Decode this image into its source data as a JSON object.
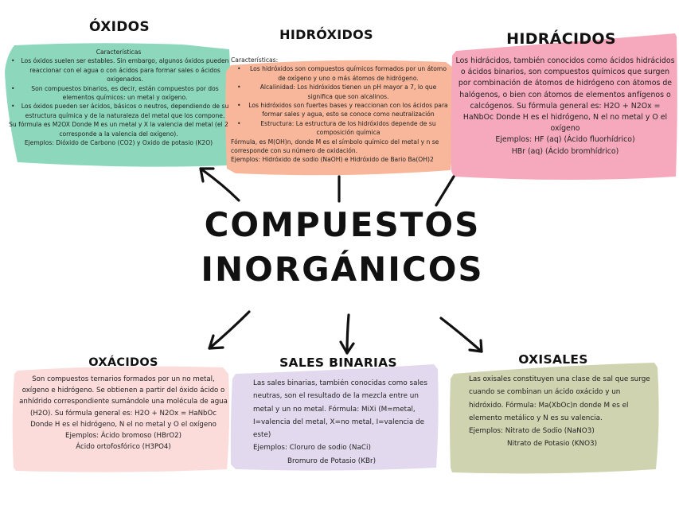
{
  "center_title": {
    "line1": "COMPUESTOS",
    "line2": "INORGÁNICOS"
  },
  "colors": {
    "oxidos": "#8dd8bd",
    "hidroxidos": "#f8b79a",
    "hidracidos": "#f6a9bd",
    "oxacidos": "#fbdcdb",
    "sales_binarias": "#e3d9ee",
    "oxisales": "#cfd3b0",
    "ink": "#111111",
    "background": "#ffffff"
  },
  "oxidos": {
    "title": "ÓXIDOS",
    "subtitle": "Características",
    "bullets": [
      "Los óxidos suelen ser estables. Sin embargo, algunos óxidos pueden reaccionar con el agua o con ácidos para formar sales o ácidos oxigenados.",
      "Son compuestos binarios, es decir, están compuestos por dos elementos químicos: un metal y oxígeno.",
      "Los óxidos pueden ser ácidos, básicos o neutros, dependiendo de su estructura química y de la naturaleza del metal que los compone."
    ],
    "formula": "Su fórmula es M2OX Donde M es un metal y X la valencia del metal  (el 2 corresponde a la valencia del oxígeno).",
    "examples": "Ejemplos: Dióxido de Carbono (CO2) y Oxido de potasio (K2O)"
  },
  "hidroxidos": {
    "title": "HIDRÓXIDOS",
    "subtitle": "Características:",
    "bullets": [
      "Los hidróxidos son compuestos químicos formados por un átomo de oxígeno y uno o más átomos de hidrógeno.",
      "Alcalinidad: Los hidróxidos tienen un pH mayor a 7, lo que significa que son alcalinos.",
      "Los hidróxidos son fuertes bases y reaccionan con los ácidos para formar sales y agua, esto se conoce como neutralización",
      "Estructura: La estructura de los hidróxidos depende de su composición química"
    ],
    "formula": "Fórmula, es M(OH)n, donde M es el símbolo químico del metal y n se corresponde con su número de oxidación.",
    "examples": "Ejemplos: Hidróxido de sodio (NaOH) e Hidróxido de Bario Ba(OH)2"
  },
  "hidracidos": {
    "title": "HIDRÁCIDOS",
    "description": "Los hidrácidos, también conocidos como ácidos hidrácidos o ácidos binarios, son compuestos químicos que surgen por combinación de átomos de hidrógeno con átomos de halógenos, o bien con átomos de elementos anfígenos o calcógenos. Su fórmula general es: H2O + N2Ox = HaNbOc Donde H es el hidrógeno, N el no metal y O el oxígeno",
    "example1": "Ejemplos: HF (aq) (Ácido fluorhídrico)",
    "example2": "HBr (aq) (Ácido bromhídrico)"
  },
  "oxacidos": {
    "title": "OXÁCIDOS",
    "description": "Son compuestos ternarios formados por un no metal, oxígeno e hidrógeno. Se obtienen a partir del óxido ácido o anhídrido correspondiente sumándole una molécula de agua (H2O). Su fórmula general es: H2O + N2Ox = HaNbOc Donde H es el hidrógeno, N el no metal y O el oxígeno",
    "example1": "Ejemplos: Ácido bromoso (HBrO2)",
    "example2": "Ácido ortofosfórico (H3PO4)"
  },
  "sales_binarias": {
    "title": "SALES BINARIAS",
    "description": "Las sales binarias, también conocidas como sales neutras, son el resultado de la mezcla entre un metal y un no metal.  Fórmula: MiXi (M=metal, I=valencia del metal, X=no metal, I=valencia de este)",
    "example1": "Ejemplos: Cloruro de sodio (NaCi)",
    "example2": "Bromuro de Potasio (KBr)"
  },
  "oxisales": {
    "title": "OXISALES",
    "description": "Las oxisales constituyen una clase de sal que surge cuando se combinan un ácido oxácido y un hidróxido. Fórmula: Ma(XbOc)n donde M es el elemento metálico y N es su valencia.",
    "example1": "Ejemplos: Nitrato de Sodio (NaNO3)",
    "example2": "Nitrato de Potasio (KNO3)"
  }
}
